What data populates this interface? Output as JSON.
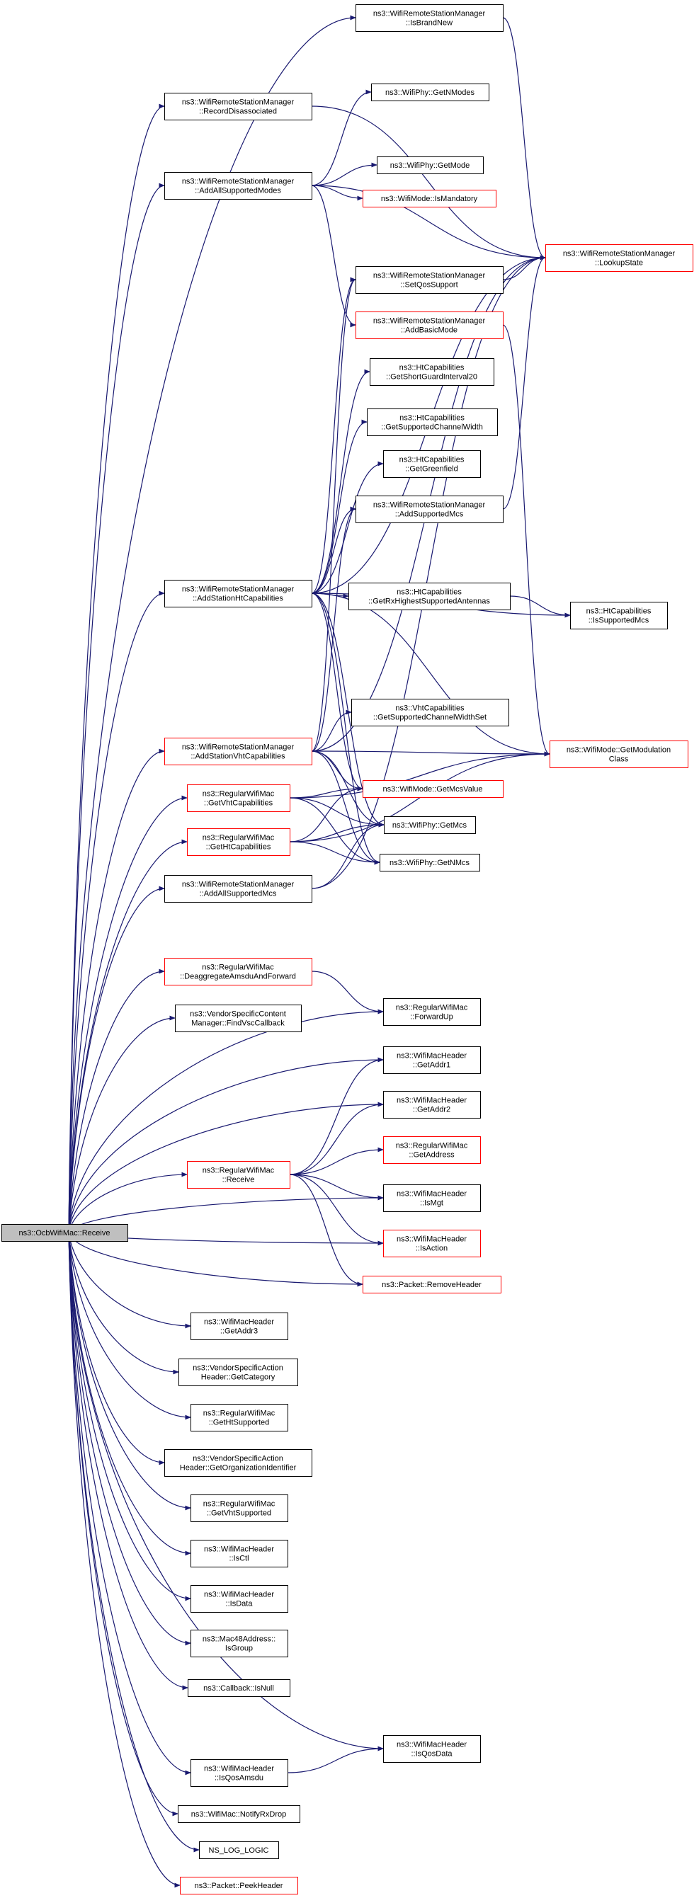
{
  "diagram": {
    "colors": {
      "edge": "#191970",
      "node_border": "#000000",
      "node_border_truncated": "#ff0000",
      "root_fill": "#bfbfbf",
      "node_fill": "#ffffff"
    },
    "root": {
      "id": "root",
      "lines": [
        "ns3::OcbWifiMac::Receive"
      ]
    },
    "nodes": [
      {
        "id": "rsm_isbrandnew",
        "lines": [
          "ns3::WifiRemoteStationManager",
          "::IsBrandNew"
        ],
        "truncated": false
      },
      {
        "id": "rsm_recorddisassociated",
        "lines": [
          "ns3::WifiRemoteStationManager",
          "::RecordDisassociated"
        ],
        "truncated": false
      },
      {
        "id": "phy_getnmodes",
        "lines": [
          "ns3::WifiPhy::GetNModes"
        ],
        "truncated": false
      },
      {
        "id": "rsm_addallsupportedmodes",
        "lines": [
          "ns3::WifiRemoteStationManager",
          "::AddAllSupportedModes"
        ],
        "truncated": false
      },
      {
        "id": "phy_getmode",
        "lines": [
          "ns3::WifiPhy::GetMode"
        ],
        "truncated": false
      },
      {
        "id": "mode_ismandatory",
        "lines": [
          "ns3::WifiMode::IsMandatory"
        ],
        "truncated": true
      },
      {
        "id": "rsm_lookupstate",
        "lines": [
          "ns3::WifiRemoteStationManager",
          "::LookupState"
        ],
        "truncated": true
      },
      {
        "id": "rsm_setqossupport",
        "lines": [
          "ns3::WifiRemoteStationManager",
          "::SetQosSupport"
        ],
        "truncated": false
      },
      {
        "id": "rsm_addbasicmode",
        "lines": [
          "ns3::WifiRemoteStationManager",
          "::AddBasicMode"
        ],
        "truncated": true
      },
      {
        "id": "ht_getsgi20",
        "lines": [
          "ns3::HtCapabilities",
          "::GetShortGuardInterval20"
        ],
        "truncated": false
      },
      {
        "id": "ht_getsupportedchannelwidth",
        "lines": [
          "ns3::HtCapabilities",
          "::GetSupportedChannelWidth"
        ],
        "truncated": false
      },
      {
        "id": "ht_getgreenfield",
        "lines": [
          "ns3::HtCapabilities",
          "::GetGreenfield"
        ],
        "truncated": false
      },
      {
        "id": "rsm_addsupportedmcs",
        "lines": [
          "ns3::WifiRemoteStationManager",
          "::AddSupportedMcs"
        ],
        "truncated": false
      },
      {
        "id": "rsm_addstationhtcapabilities",
        "lines": [
          "ns3::WifiRemoteStationManager",
          "::AddStationHtCapabilities"
        ],
        "truncated": false
      },
      {
        "id": "ht_getrxhighest",
        "lines": [
          "ns3::HtCapabilities",
          "::GetRxHighestSupportedAntennas"
        ],
        "truncated": false
      },
      {
        "id": "ht_issupportedmcs",
        "lines": [
          "ns3::HtCapabilities",
          "::IsSupportedMcs"
        ],
        "truncated": false
      },
      {
        "id": "vht_getsupportedchannelwidthset",
        "lines": [
          "ns3::VhtCapabilities",
          "::GetSupportedChannelWidthSet"
        ],
        "truncated": false
      },
      {
        "id": "rsm_addstationvhtcapabilities",
        "lines": [
          "ns3::WifiRemoteStationManager",
          "::AddStationVhtCapabilities"
        ],
        "truncated": true
      },
      {
        "id": "mode_getmodulationclass",
        "lines": [
          "ns3::WifiMode::GetModulation",
          "Class"
        ],
        "truncated": true
      },
      {
        "id": "rwm_getvhtcapabilities",
        "lines": [
          "ns3::RegularWifiMac",
          "::GetVhtCapabilities"
        ],
        "truncated": true
      },
      {
        "id": "mode_getmcsvalue",
        "lines": [
          "ns3::WifiMode::GetMcsValue"
        ],
        "truncated": true
      },
      {
        "id": "rwm_gethtcapabilities",
        "lines": [
          "ns3::RegularWifiMac",
          "::GetHtCapabilities"
        ],
        "truncated": true
      },
      {
        "id": "phy_getmcs",
        "lines": [
          "ns3::WifiPhy::GetMcs"
        ],
        "truncated": false
      },
      {
        "id": "phy_getnmcs",
        "lines": [
          "ns3::WifiPhy::GetNMcs"
        ],
        "truncated": false
      },
      {
        "id": "rsm_addallsupportedmcs",
        "lines": [
          "ns3::WifiRemoteStationManager",
          "::AddAllSupportedMcs"
        ],
        "truncated": false
      },
      {
        "id": "rwm_deaggregate",
        "lines": [
          "ns3::RegularWifiMac",
          "::DeaggregateAmsduAndForward"
        ],
        "truncated": true
      },
      {
        "id": "rwm_forwardup",
        "lines": [
          "ns3::RegularWifiMac",
          "::ForwardUp"
        ],
        "truncated": false
      },
      {
        "id": "vscm_findvsccallback",
        "lines": [
          "ns3::VendorSpecificContent",
          "Manager::FindVscCallback"
        ],
        "truncated": false
      },
      {
        "id": "hdr_getaddr1",
        "lines": [
          "ns3::WifiMacHeader",
          "::GetAddr1"
        ],
        "truncated": false
      },
      {
        "id": "hdr_getaddr2",
        "lines": [
          "ns3::WifiMacHeader",
          "::GetAddr2"
        ],
        "truncated": false
      },
      {
        "id": "rwm_getaddress",
        "lines": [
          "ns3::RegularWifiMac",
          "::GetAddress"
        ],
        "truncated": true
      },
      {
        "id": "rwm_receive",
        "lines": [
          "ns3::RegularWifiMac",
          "::Receive"
        ],
        "truncated": true
      },
      {
        "id": "hdr_ismgt",
        "lines": [
          "ns3::WifiMacHeader",
          "::IsMgt"
        ],
        "truncated": false
      },
      {
        "id": "hdr_isaction",
        "lines": [
          "ns3::WifiMacHeader",
          "::IsAction"
        ],
        "truncated": true
      },
      {
        "id": "pkt_removeheader",
        "lines": [
          "ns3::Packet::RemoveHeader"
        ],
        "truncated": true
      },
      {
        "id": "hdr_getaddr3",
        "lines": [
          "ns3::WifiMacHeader",
          "::GetAddr3"
        ],
        "truncated": false
      },
      {
        "id": "vsah_getcategory",
        "lines": [
          "ns3::VendorSpecificAction",
          "Header::GetCategory"
        ],
        "truncated": false
      },
      {
        "id": "rwm_gethtsupported",
        "lines": [
          "ns3::RegularWifiMac",
          "::GetHtSupported"
        ],
        "truncated": false
      },
      {
        "id": "vsah_getorgid",
        "lines": [
          "ns3::VendorSpecificAction",
          "Header::GetOrganizationIdentifier"
        ],
        "truncated": false
      },
      {
        "id": "rwm_getvhtsupported",
        "lines": [
          "ns3::RegularWifiMac",
          "::GetVhtSupported"
        ],
        "truncated": false
      },
      {
        "id": "hdr_isctl",
        "lines": [
          "ns3::WifiMacHeader",
          "::IsCtl"
        ],
        "truncated": false
      },
      {
        "id": "hdr_isdata",
        "lines": [
          "ns3::WifiMacHeader",
          "::IsData"
        ],
        "truncated": false
      },
      {
        "id": "mac48_isgroup",
        "lines": [
          "ns3::Mac48Address::",
          "IsGroup"
        ],
        "truncated": false
      },
      {
        "id": "cb_isnull",
        "lines": [
          "ns3::Callback::IsNull"
        ],
        "truncated": false
      },
      {
        "id": "hdr_isqosdata",
        "lines": [
          "ns3::WifiMacHeader",
          "::IsQosData"
        ],
        "truncated": false
      },
      {
        "id": "hdr_isqosamsdu",
        "lines": [
          "ns3::WifiMacHeader",
          "::IsQosAmsdu"
        ],
        "truncated": false
      },
      {
        "id": "mac_notifyrxdrop",
        "lines": [
          "ns3::WifiMac::NotifyRxDrop"
        ],
        "truncated": false
      },
      {
        "id": "ns_log_logic",
        "lines": [
          "NS_LOG_LOGIC"
        ],
        "truncated": false
      },
      {
        "id": "pkt_peekheader",
        "lines": [
          "ns3::Packet::PeekHeader"
        ],
        "truncated": true
      }
    ],
    "edges": [
      [
        "root",
        "rsm_isbrandnew"
      ],
      [
        "root",
        "rsm_recorddisassociated"
      ],
      [
        "root",
        "rsm_addallsupportedmodes"
      ],
      [
        "root",
        "rsm_addstationhtcapabilities"
      ],
      [
        "root",
        "rsm_addstationvhtcapabilities"
      ],
      [
        "root",
        "rwm_getvhtcapabilities"
      ],
      [
        "root",
        "rwm_gethtcapabilities"
      ],
      [
        "root",
        "rsm_addallsupportedmcs"
      ],
      [
        "root",
        "rwm_deaggregate"
      ],
      [
        "root",
        "rwm_forwardup"
      ],
      [
        "root",
        "vscm_findvsccallback"
      ],
      [
        "root",
        "hdr_getaddr1"
      ],
      [
        "root",
        "hdr_getaddr2"
      ],
      [
        "root",
        "rwm_receive"
      ],
      [
        "root",
        "hdr_ismgt"
      ],
      [
        "root",
        "hdr_isaction"
      ],
      [
        "root",
        "pkt_removeheader"
      ],
      [
        "root",
        "hdr_getaddr3"
      ],
      [
        "root",
        "vsah_getcategory"
      ],
      [
        "root",
        "rwm_gethtsupported"
      ],
      [
        "root",
        "vsah_getorgid"
      ],
      [
        "root",
        "rwm_getvhtsupported"
      ],
      [
        "root",
        "hdr_isctl"
      ],
      [
        "root",
        "hdr_isdata"
      ],
      [
        "root",
        "mac48_isgroup"
      ],
      [
        "root",
        "cb_isnull"
      ],
      [
        "root",
        "hdr_isqosdata"
      ],
      [
        "root",
        "hdr_isqosamsdu"
      ],
      [
        "root",
        "mac_notifyrxdrop"
      ],
      [
        "root",
        "ns_log_logic"
      ],
      [
        "root",
        "pkt_peekheader"
      ],
      [
        "rsm_isbrandnew",
        "rsm_lookupstate"
      ],
      [
        "rsm_recorddisassociated",
        "rsm_lookupstate"
      ],
      [
        "rsm_addallsupportedmodes",
        "phy_getnmodes"
      ],
      [
        "rsm_addallsupportedmodes",
        "phy_getmode"
      ],
      [
        "rsm_addallsupportedmodes",
        "mode_ismandatory"
      ],
      [
        "rsm_addallsupportedmodes",
        "rsm_lookupstate"
      ],
      [
        "rsm_addallsupportedmodes",
        "rsm_addbasicmode"
      ],
      [
        "rsm_setqossupport",
        "rsm_lookupstate"
      ],
      [
        "rsm_addbasicmode",
        "mode_getmodulationclass"
      ],
      [
        "rsm_addsupportedmcs",
        "rsm_lookupstate"
      ],
      [
        "rsm_addstationhtcapabilities",
        "rsm_setqossupport"
      ],
      [
        "rsm_addstationhtcapabilities",
        "rsm_lookupstate"
      ],
      [
        "rsm_addstationhtcapabilities",
        "ht_getsgi20"
      ],
      [
        "rsm_addstationhtcapabilities",
        "ht_getsupportedchannelwidth"
      ],
      [
        "rsm_addstationhtcapabilities",
        "ht_getgreenfield"
      ],
      [
        "rsm_addstationhtcapabilities",
        "rsm_addsupportedmcs"
      ],
      [
        "rsm_addstationhtcapabilities",
        "ht_getrxhighest"
      ],
      [
        "rsm_addstationhtcapabilities",
        "ht_issupportedmcs"
      ],
      [
        "rsm_addstationhtcapabilities",
        "mode_getmodulationclass"
      ],
      [
        "rsm_addstationhtcapabilities",
        "mode_getmcsvalue"
      ],
      [
        "rsm_addstationhtcapabilities",
        "phy_getmcs"
      ],
      [
        "rsm_addstationhtcapabilities",
        "phy_getnmcs"
      ],
      [
        "ht_getrxhighest",
        "ht_issupportedmcs"
      ],
      [
        "rsm_addstationvhtcapabilities",
        "rsm_setqossupport"
      ],
      [
        "rsm_addstationvhtcapabilities",
        "rsm_lookupstate"
      ],
      [
        "rsm_addstationvhtcapabilities",
        "vht_getsupportedchannelwidthset"
      ],
      [
        "rsm_addstationvhtcapabilities",
        "rsm_addsupportedmcs"
      ],
      [
        "rsm_addstationvhtcapabilities",
        "mode_getmodulationclass"
      ],
      [
        "rsm_addstationvhtcapabilities",
        "mode_getmcsvalue"
      ],
      [
        "rsm_addstationvhtcapabilities",
        "phy_getmcs"
      ],
      [
        "rsm_addstationvhtcapabilities",
        "phy_getnmcs"
      ],
      [
        "rwm_getvhtcapabilities",
        "mode_getmcsvalue"
      ],
      [
        "rwm_getvhtcapabilities",
        "phy_getmcs"
      ],
      [
        "rwm_getvhtcapabilities",
        "phy_getnmcs"
      ],
      [
        "rwm_getvhtcapabilities",
        "mode_getmodulationclass"
      ],
      [
        "rwm_gethtcapabilities",
        "phy_getmcs"
      ],
      [
        "rwm_gethtcapabilities",
        "phy_getnmcs"
      ],
      [
        "rwm_gethtcapabilities",
        "mode_getmcsvalue"
      ],
      [
        "rwm_gethtcapabilities",
        "mode_getmodulationclass"
      ],
      [
        "rsm_addallsupportedmcs",
        "phy_getmcs"
      ],
      [
        "rsm_addallsupportedmcs",
        "rsm_lookupstate"
      ],
      [
        "rwm_deaggregate",
        "rwm_forwardup"
      ],
      [
        "rwm_receive",
        "hdr_getaddr1"
      ],
      [
        "rwm_receive",
        "hdr_getaddr2"
      ],
      [
        "rwm_receive",
        "rwm_getaddress"
      ],
      [
        "rwm_receive",
        "hdr_ismgt"
      ],
      [
        "rwm_receive",
        "hdr_isaction"
      ],
      [
        "rwm_receive",
        "pkt_removeheader"
      ],
      [
        "hdr_isqosamsdu",
        "hdr_isqosdata"
      ]
    ]
  }
}
